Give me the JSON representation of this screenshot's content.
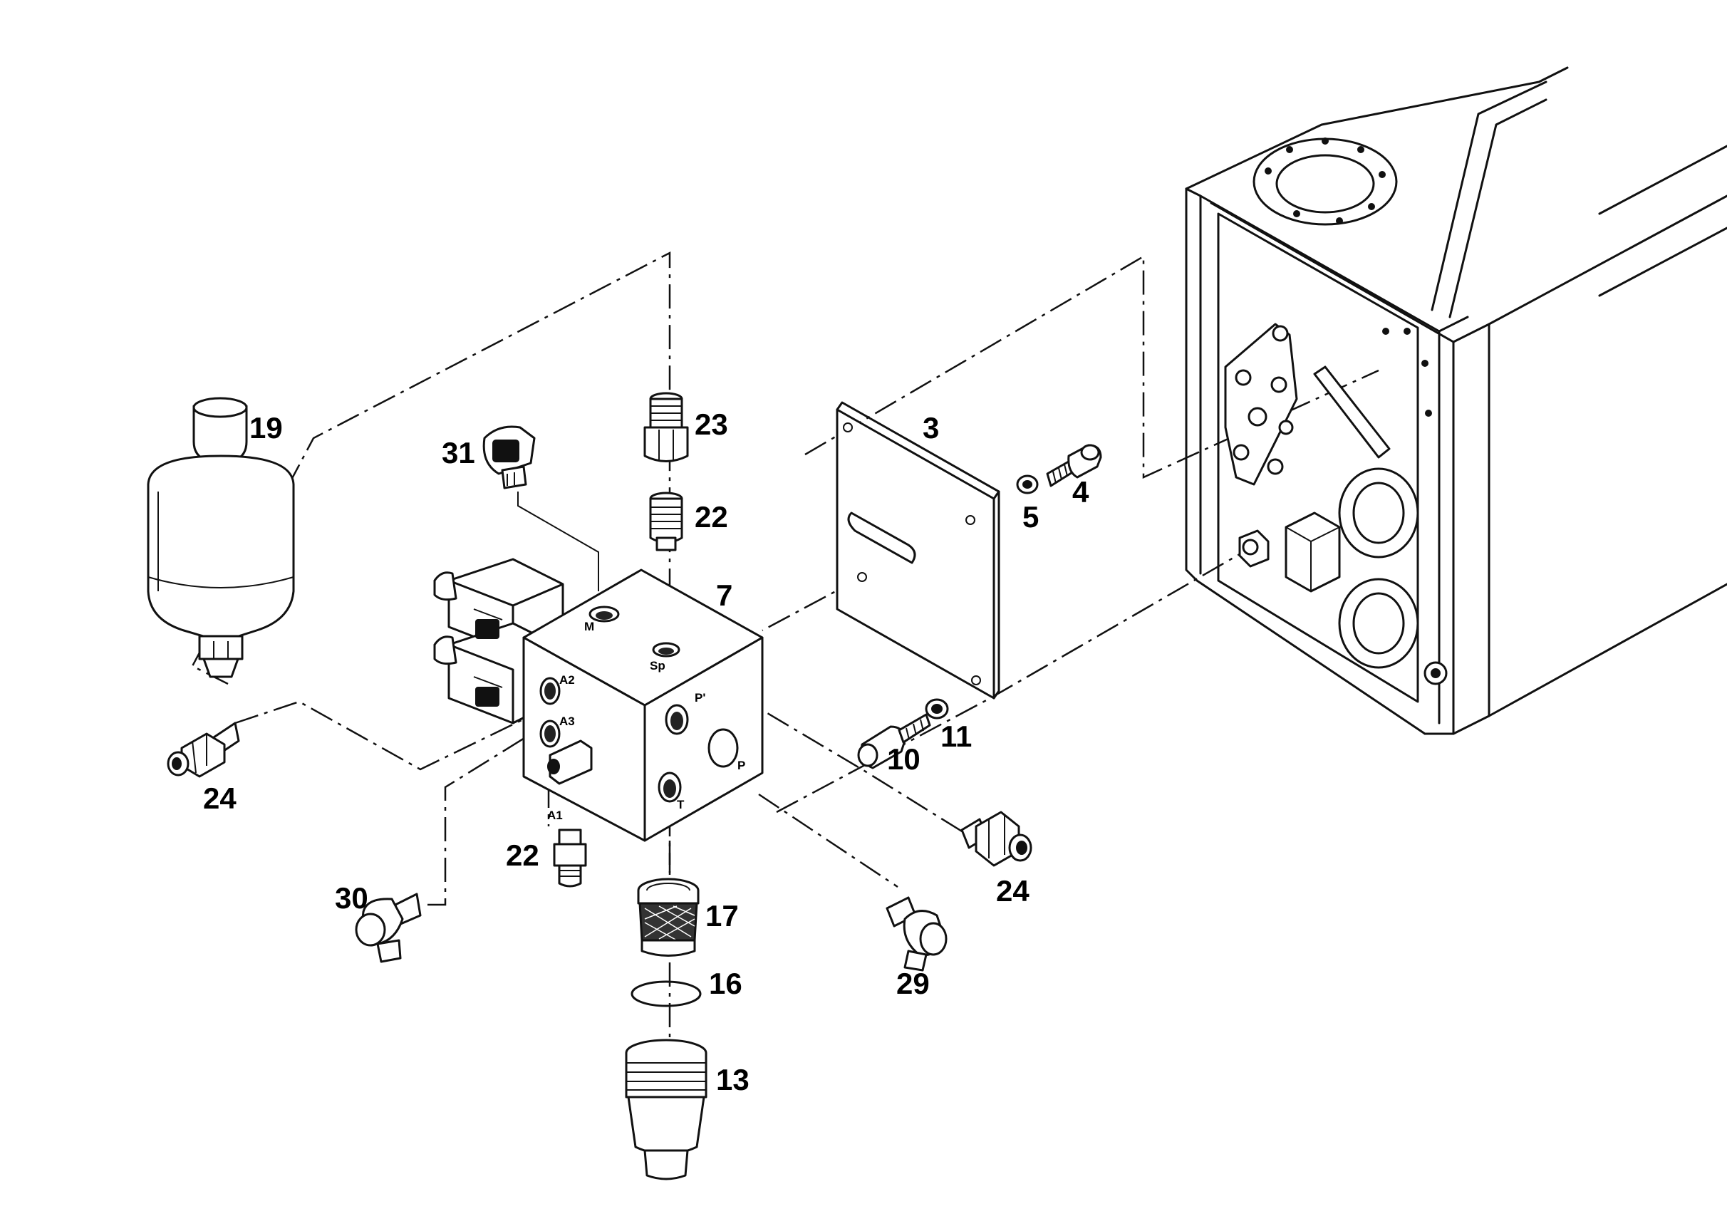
{
  "callouts": {
    "c19": "19",
    "c31": "31",
    "c23": "23",
    "c22_top": "22",
    "c7": "7",
    "c3": "3",
    "c5": "5",
    "c4": "4",
    "c24_left": "24",
    "c22_bottom": "22",
    "c30": "30",
    "c17": "17",
    "c16": "16",
    "c13": "13",
    "c29": "29",
    "c24_right": "24",
    "c10": "10",
    "c11": "11"
  },
  "ports": {
    "m": "M",
    "sp": "Sp",
    "a2": "A2",
    "a3": "A3",
    "a1": "A1",
    "p_prime": "P'",
    "p": "P",
    "t": "T"
  }
}
